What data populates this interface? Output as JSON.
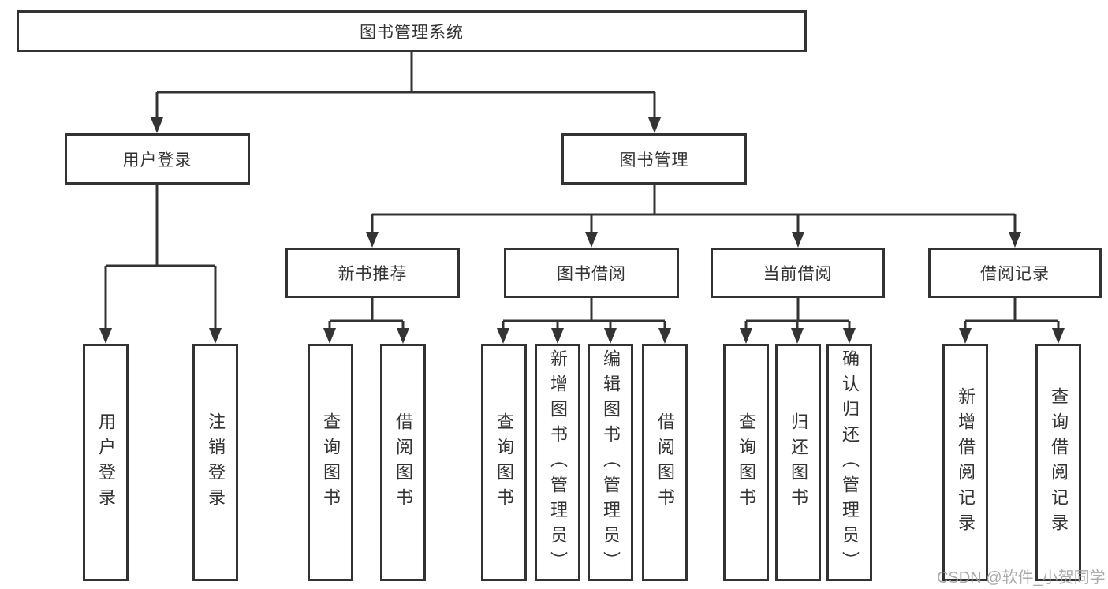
{
  "diagram": {
    "colors": {
      "line": "#333333",
      "box_background": "#ffffff",
      "text": "#333333",
      "watermark": "#9e9e9e"
    },
    "nodes": {
      "root": {
        "label": "图书管理系统"
      },
      "user_login": {
        "label": "用户登录"
      },
      "book_mgmt": {
        "label": "图书管理"
      },
      "new_book_rec": {
        "label": "新书推荐"
      },
      "book_borrow": {
        "label": "图书借阅"
      },
      "current_borrow": {
        "label": "当前借阅"
      },
      "borrow_records": {
        "label": "借阅记录"
      },
      "leaf_user_login": {
        "label": "用户登录"
      },
      "leaf_logout": {
        "label": "注销登录"
      },
      "leaf_query_book_rec": {
        "label": "查询图书"
      },
      "leaf_borrow_book_rec": {
        "label": "借阅图书"
      },
      "leaf_query_book_borrow": {
        "label": "查询图书"
      },
      "leaf_add_book": {
        "label": "新增图书（管理员）"
      },
      "leaf_edit_book": {
        "label": "编辑图书（管理员）"
      },
      "leaf_borrow_book_borrow": {
        "label": "借阅图书"
      },
      "leaf_query_book_current": {
        "label": "查询图书"
      },
      "leaf_return_book": {
        "label": "归还图书"
      },
      "leaf_confirm_return": {
        "label": "确认归还（管理员）"
      },
      "leaf_add_borrow_record": {
        "label": "新增借阅记录"
      },
      "leaf_query_borrow_record": {
        "label": "查询借阅记录"
      }
    },
    "watermark": "CSDN @软件_小贺同学"
  }
}
